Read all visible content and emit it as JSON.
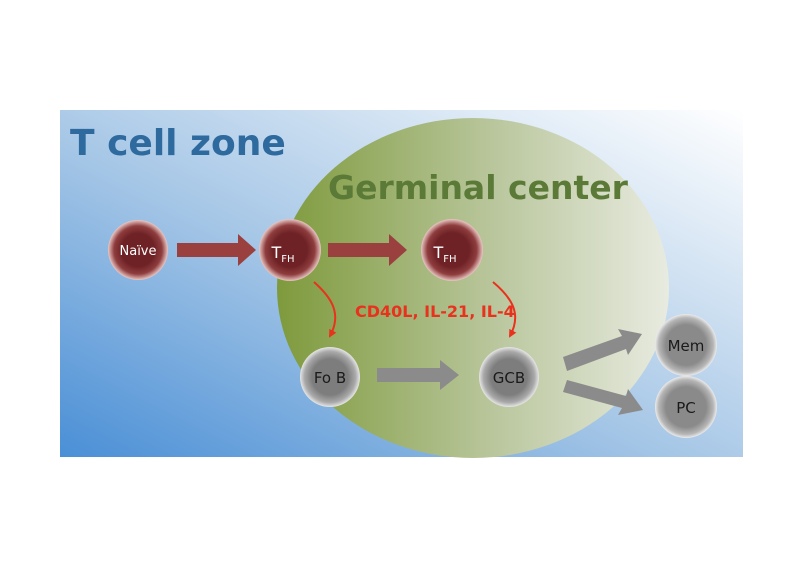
{
  "zones": {
    "t_cell_zone": {
      "label": "T cell zone",
      "color": "#2e6a9e"
    },
    "germinal_center": {
      "label": "Germinal center",
      "color": "#5b7a37"
    }
  },
  "cells": {
    "naive": {
      "label": "Naïve"
    },
    "tfh_1": {
      "label": "T",
      "sub": "FH"
    },
    "tfh_2": {
      "label": "T",
      "sub": "FH"
    },
    "fo_b": {
      "label": "Fo B"
    },
    "gcb": {
      "label": "GCB"
    },
    "mem": {
      "label": "Mem"
    },
    "pc": {
      "label": "PC"
    }
  },
  "signals": {
    "label": "CD40L, IL-21, IL-4",
    "color": "#e8321e"
  },
  "colors": {
    "t_cell": "#7a2a2c",
    "b_cell": "#8e8e8e",
    "t_arrow": "#9a4140",
    "b_arrow": "#8b8b8b"
  }
}
